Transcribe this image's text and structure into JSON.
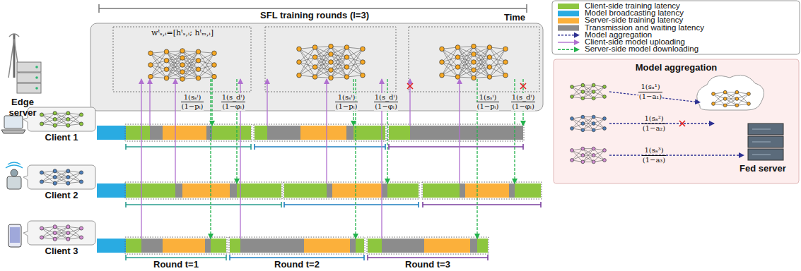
{
  "diagram": {
    "nodes": [
      {
        "text": [
          "Edge server"
        ]
      },
      {
        "text": [
          "Client 1"
        ]
      },
      {
        "text": [
          "Client 2"
        ]
      },
      {
        "text": [
          "Client 3"
        ]
      },
      {
        "text": [
          "Model aggregation"
        ]
      },
      {
        "text": [
          "Fed server"
        ],
        "in": 4
      }
    ],
    "labels": [
      "SFL training rounds (l=3)",
      "Time",
      "wᵗₛ,ᵢ=[hᵗₛ,ᵢ; hᵗₘ,ᵢ]",
      "1(sₛⁱ)",
      "(1−pᵢ)",
      "1(s_dⁱ)",
      "(1−φᵢ)",
      "1(sₛⁱ)",
      "(1−pᵢ)",
      "1(s_dⁱ)",
      "(1−φᵢ)",
      "1(sₛⁱ)",
      "(1−pᵢ)",
      "1(s_dⁱ)",
      "(1−φᵢ)",
      "1(sₐ¹)",
      "(1−a₁)",
      "1(sₐ²)",
      "(1−a₂)",
      "1(sₐ³)",
      "(1−a₃)",
      "Round t=1",
      "Round t=2",
      "Round t=3"
    ],
    "legend": [
      {
        "text": "Client-side training latency",
        "color": "#8dc63f"
      },
      {
        "text": "Model broadcasting latency",
        "color": "#29abe2"
      },
      {
        "text": "Server-side training latency",
        "color": "#fbb03b"
      },
      {
        "text": "Transmission and waiting latency",
        "color": "#8c8c8c"
      },
      {
        "text": "Model aggregation"
      },
      {
        "text": "Client-side model uploading"
      },
      {
        "text": "Server-side model downloading"
      }
    ]
  }
}
